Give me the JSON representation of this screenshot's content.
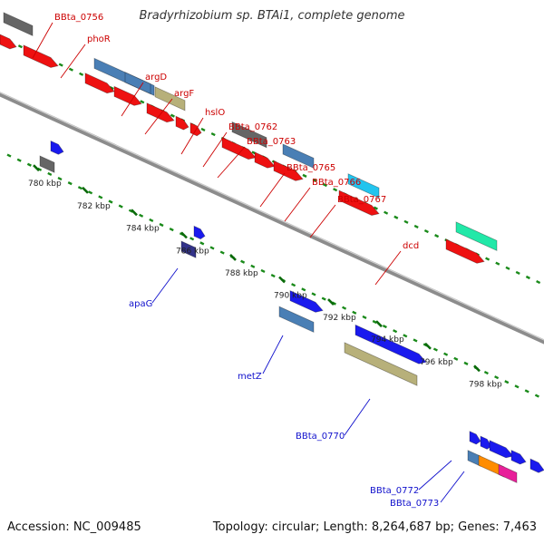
{
  "title": "Bradyrhizobium sp. BTAi1, complete genome",
  "footer": {
    "accession": "Accession: NC_009485",
    "summary": "Topology: circular; Length: 8,264,687 bp; Genes: 7,463"
  },
  "colors": {
    "backbone": "#8c8c8c",
    "tick": "#1a8a1a",
    "forward_label": "#cc0000",
    "reverse_label": "#1010cc",
    "scale_label": "#222222"
  },
  "scale_labels": [
    "780 kbp",
    "782 kbp",
    "784 kbp",
    "786 kbp",
    "788 kbp",
    "790 kbp",
    "792 kbp",
    "794 kbp",
    "796 kbp",
    "798 kbp"
  ],
  "forward_labels": [
    "BBta_0756",
    "phoR",
    "argD",
    "argF",
    "hslO",
    "BBta_0762",
    "BBta_0763",
    "BBta_0765",
    "BBta_0766",
    "BBta_0767",
    "dcd"
  ],
  "reverse_labels": [
    "apaG",
    "metZ",
    "BBta_0770",
    "BBta_0772",
    "BBta_0773"
  ],
  "feature_colors": {
    "red": "#ee1111",
    "gray": "#666666",
    "steel": "#4a7fb5",
    "khaki": "#b7b07a",
    "blue": "#1a1aee",
    "navy": "#33338a",
    "cyan": "#22c4ee",
    "teal": "#22e8a8",
    "orange": "#ff8c00",
    "magenta": "#e8209a"
  }
}
